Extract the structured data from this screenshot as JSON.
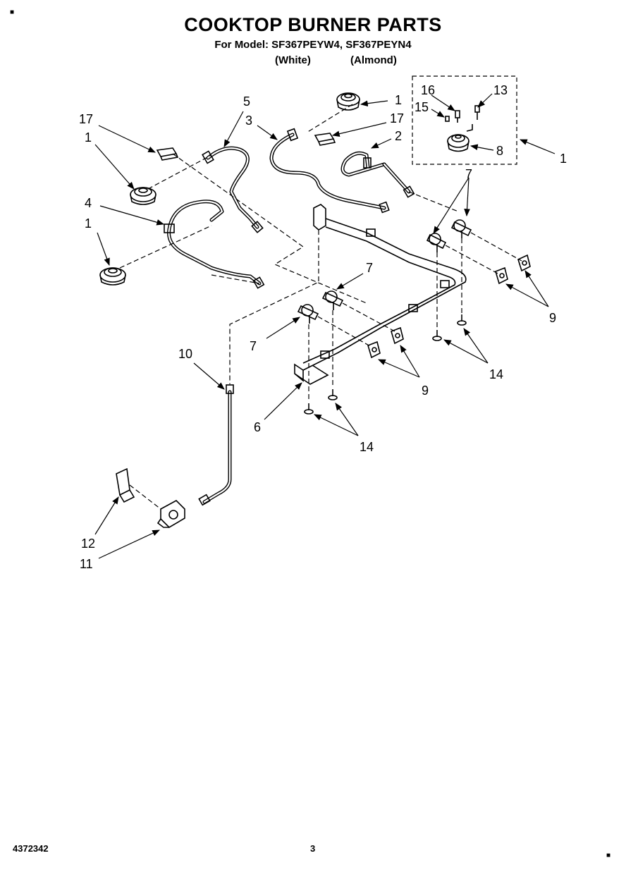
{
  "header": {
    "title": "COOKTOP BURNER PARTS",
    "model_line": "For Model: SF367PEYW4, SF367PEYN4",
    "variant_white": "(White)",
    "variant_almond": "(Almond)"
  },
  "footer": {
    "doc_number": "4372342",
    "page_number": "3"
  },
  "callouts": {
    "c1a": "1",
    "c1b": "1",
    "c1c": "1",
    "c1d": "1",
    "c2": "2",
    "c3": "3",
    "c4": "4",
    "c5": "5",
    "c6": "6",
    "c7a": "7",
    "c7b": "7",
    "c7c": "7",
    "c8": "8",
    "c9a": "9",
    "c9b": "9",
    "c10": "10",
    "c11": "11",
    "c12": "12",
    "c13": "13",
    "c14a": "14",
    "c14b": "14",
    "c15": "15",
    "c16": "16",
    "c17a": "17",
    "c17b": "17"
  }
}
